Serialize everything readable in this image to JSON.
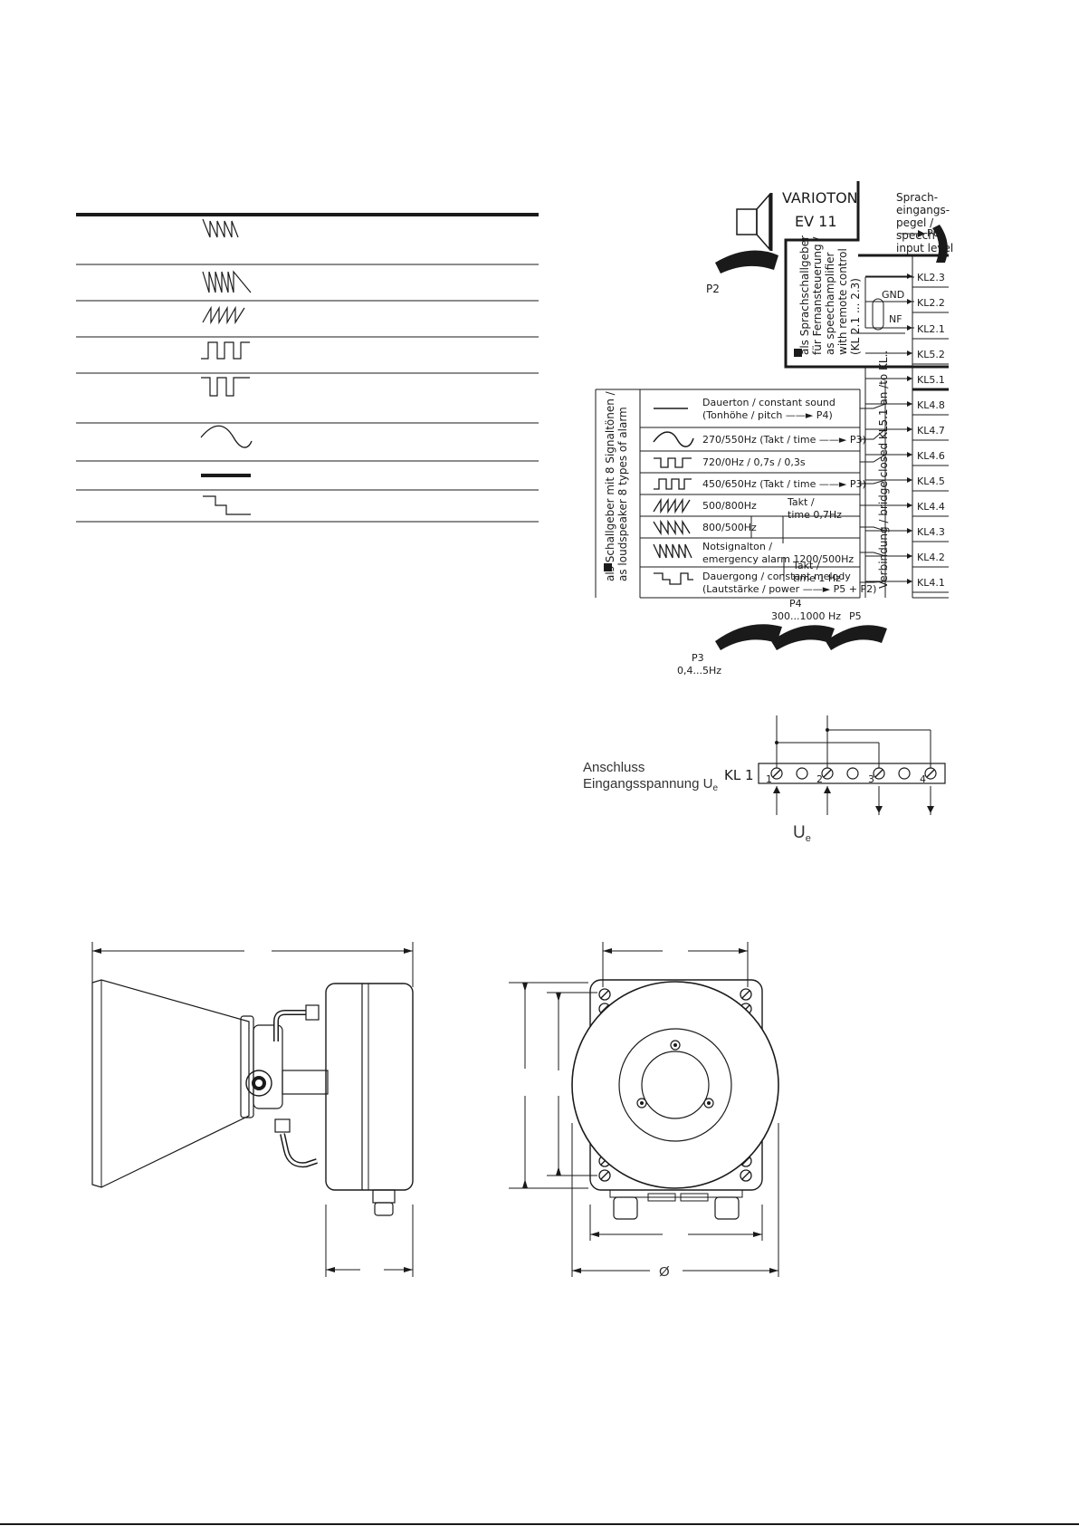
{
  "device": {
    "name_line1": "VARIOTON",
    "name_line2": "EV 11"
  },
  "speech_input": {
    "lines": [
      "Sprach-",
      "eingangs-",
      "pegel /",
      "speech-",
      "input level"
    ],
    "pot": "P6"
  },
  "speech_mode": {
    "lines": [
      "als Sprachschallgeber",
      "für Fernansteuerung /",
      "as speechamplifier",
      "with remote control",
      "(KL 2.1 ... 2.3)"
    ],
    "gnd": "GND",
    "nf": "NF"
  },
  "loudspeaker_mode": {
    "lines": [
      "als Schallgeber mit 8 Signaltönen /",
      "as loudspeaker 8 types of alarm"
    ]
  },
  "bridge_label": "Verbindung / bridge closed KL5.1 an /to KL..",
  "terminals": [
    "KL2.3",
    "KL2.2",
    "KL2.1",
    "KL5.2",
    "KL5.1",
    "KL4.8",
    "KL4.7",
    "KL4.6",
    "KL4.5",
    "KL4.4",
    "KL4.3",
    "KL4.2",
    "KL4.1"
  ],
  "signals": [
    {
      "line1": "Dauerton / constant sound",
      "line2": "(Tonhöhe / pitch ——► P4)"
    },
    {
      "line1": "270/550Hz  (Takt / time ——► P3)"
    },
    {
      "line1": "720/0Hz   /   0,7s / 0,3s"
    },
    {
      "line1": "450/650Hz  (Takt / time ——► P3)"
    },
    {
      "line1": "500/800Hz"
    },
    {
      "line1": "800/500Hz"
    },
    {
      "line1": "Notsignalton /",
      "line2": "emergency alarm 1200/500Hz"
    },
    {
      "line1": "Dauergong / constant melody",
      "line2": "(Lautstärke / power ——► P5 + P2)"
    }
  ],
  "takt_07": [
    "Takt /",
    "time 0,7Hz"
  ],
  "takt_1": [
    "Takt /",
    "time 1 Hz"
  ],
  "pots": {
    "p2": "P2",
    "p3": "P3",
    "p3_range": "0,4...5Hz",
    "p4": "P4",
    "p4_range": "300...1000 Hz",
    "p5": "P5"
  },
  "connection": {
    "label_line1": "Anschluss",
    "label_line2": "Eingangsspannung U",
    "label_sub": "e",
    "kl": "KL 1",
    "pins": [
      "1",
      "2",
      "3",
      "4"
    ],
    "ue": "U",
    "ue_sub": "e"
  },
  "dimension": {
    "diameter": "Ø"
  }
}
